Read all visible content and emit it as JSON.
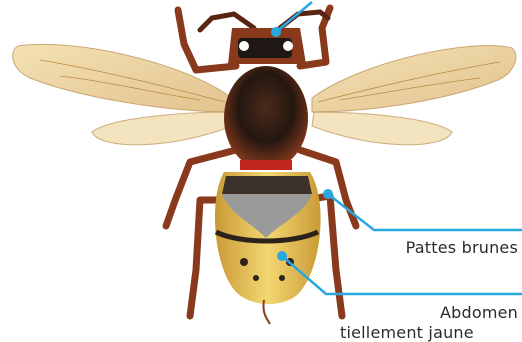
{
  "labels": {
    "legs": "Pattes brunes",
    "abdomen": "Abdomen",
    "abdomen_cont": "tiellement jaune"
  },
  "colors": {
    "leader_line": "#29a8e0",
    "head_brown": "#8a3a1c",
    "thorax_dark": "#1c1410",
    "abdomen_yellow": "#e9c85a",
    "wing": "#e7c98b"
  }
}
